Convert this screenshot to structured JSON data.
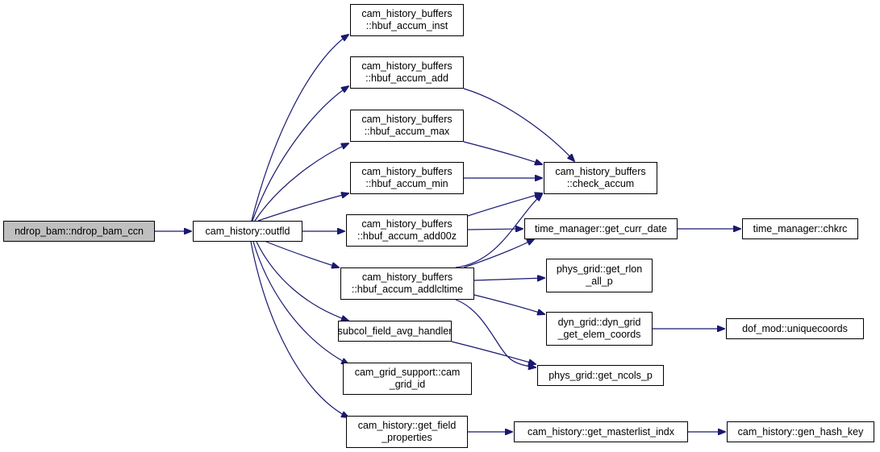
{
  "graph": {
    "colors": {
      "edge": "#191970",
      "root_fill": "#bfbfbf",
      "node_fill": "#ffffff",
      "border": "#000000"
    },
    "nodes": {
      "root": {
        "lines": [
          "ndrop_bam::ndrop_bam_ccn"
        ]
      },
      "outfld": {
        "lines": [
          "cam_history::outfld"
        ]
      },
      "inst": {
        "lines": [
          "cam_history_buffers",
          "::hbuf_accum_inst"
        ]
      },
      "add": {
        "lines": [
          "cam_history_buffers",
          "::hbuf_accum_add"
        ]
      },
      "max": {
        "lines": [
          "cam_history_buffers",
          "::hbuf_accum_max"
        ]
      },
      "min": {
        "lines": [
          "cam_history_buffers",
          "::hbuf_accum_min"
        ]
      },
      "add00z": {
        "lines": [
          "cam_history_buffers",
          "::hbuf_accum_add00z"
        ]
      },
      "addlcl": {
        "lines": [
          "cam_history_buffers",
          "::hbuf_accum_addlcltime"
        ]
      },
      "subcol": {
        "lines": [
          "subcol_field_avg_handler"
        ]
      },
      "gridid": {
        "lines": [
          "cam_grid_support::cam",
          "_grid_id"
        ]
      },
      "getfield": {
        "lines": [
          "cam_history::get_field",
          "_properties"
        ]
      },
      "check": {
        "lines": [
          "cam_history_buffers",
          "::check_accum"
        ]
      },
      "currdate": {
        "lines": [
          "time_manager::get_curr_date"
        ]
      },
      "chkrc": {
        "lines": [
          "time_manager::chkrc"
        ]
      },
      "rlon": {
        "lines": [
          "phys_grid::get_rlon",
          "_all_p"
        ]
      },
      "elem": {
        "lines": [
          "dyn_grid::dyn_grid",
          "_get_elem_coords"
        ]
      },
      "unique": {
        "lines": [
          "dof_mod::uniquecoords"
        ]
      },
      "ncols": {
        "lines": [
          "phys_grid::get_ncols_p"
        ]
      },
      "masterlist": {
        "lines": [
          "cam_history::get_masterlist_indx"
        ]
      },
      "hashkey": {
        "lines": [
          "cam_history::gen_hash_key"
        ]
      }
    }
  }
}
